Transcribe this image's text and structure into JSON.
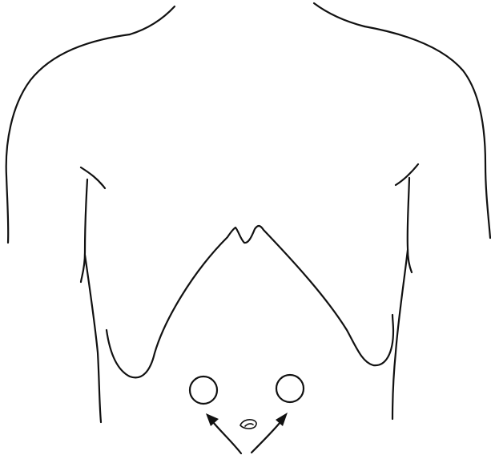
{
  "figure": {
    "background": "#ffffff",
    "line_color": "#111111",
    "subject": "anterior-torso-outline",
    "elements": [
      "left-port-circle",
      "right-port-circle",
      "umbilicus",
      "left-arrow",
      "right-arrow"
    ],
    "text": []
  }
}
